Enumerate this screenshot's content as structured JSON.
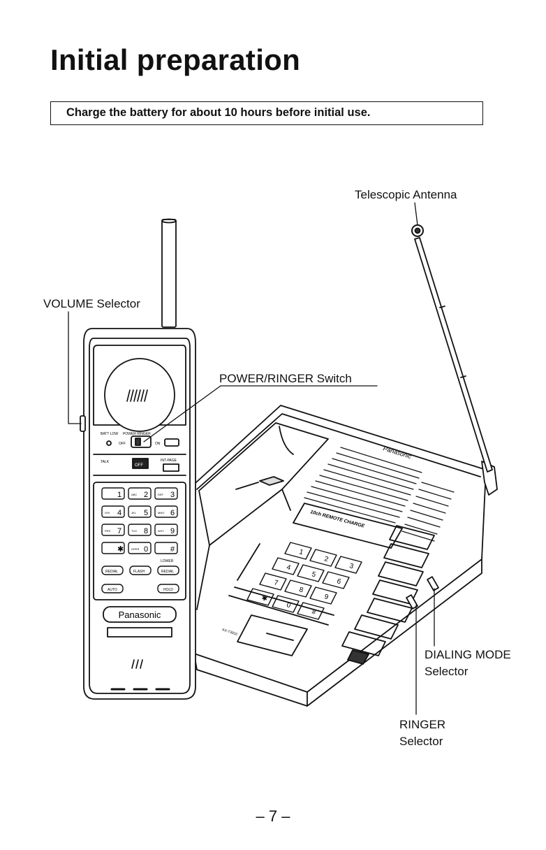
{
  "page": {
    "title": "Initial preparation",
    "notice": "Charge the battery for about 10 hours before initial use.",
    "page_number": "– 7 –"
  },
  "callouts": {
    "telescopic_antenna": "Telescopic Antenna",
    "volume_selector": "VOLUME Selector",
    "power_ringer_switch": "POWER/RINGER Switch",
    "dialing_mode_line1": "DIALING MODE",
    "dialing_mode_line2": "Selector",
    "ringer_line1": "RINGER",
    "ringer_line2": "Selector"
  },
  "handset": {
    "brand": "Panasonic",
    "batt_low": "BATT LOW",
    "power_ringer": "POWER RINGER",
    "off": "OFF",
    "on": "ON",
    "talk": "TALK",
    "off_button": "OFF",
    "int_page": "INT-PAGE",
    "lower": "LOWER",
    "keys": [
      "1",
      "2",
      "3",
      "4",
      "5",
      "6",
      "7",
      "8",
      "9",
      "✱",
      "0",
      "#"
    ],
    "key_letters": [
      "",
      "ABC",
      "DEF",
      "GHI",
      "JKL",
      "MNO",
      "PRS",
      "TUV",
      "WXY",
      "",
      "OPER",
      ""
    ],
    "func_row1": [
      "REDIAL",
      "FLASH",
      "REDIAL"
    ],
    "func_row2": [
      "AUTO",
      "HOLD"
    ]
  },
  "base": {
    "brand": "Panasonic",
    "remote_charge": "10ch REMOTE CHARGE",
    "model": "KX-T3910",
    "keys": [
      "1",
      "2",
      "3",
      "4",
      "5",
      "6",
      "7",
      "8",
      "9",
      "✱",
      "0",
      "#"
    ]
  },
  "icons": {
    "antenna": "telescopic-antenna-icon",
    "speaker": "earpiece-speaker-icon",
    "mic": "microphone-icon"
  }
}
